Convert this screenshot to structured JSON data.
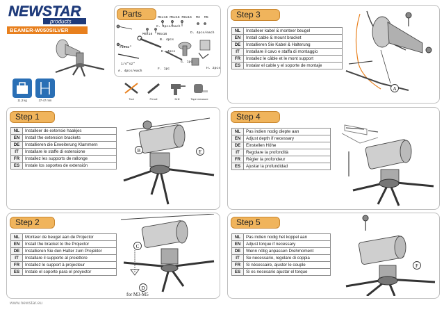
{
  "brand": {
    "logo_text": "NEWSTAR",
    "logo_sub": "products",
    "model": "BEAMER-W050SILVER"
  },
  "specs": {
    "weight": "11,3 kg",
    "range": "37-47 mm"
  },
  "tools": [
    {
      "icon": "tool-icon",
      "label": "Tool"
    },
    {
      "icon": "pencil-icon",
      "label": "Pencil"
    },
    {
      "icon": "drill-icon",
      "label": "Drill"
    },
    {
      "icon": "tape-measure-icon",
      "label": "Tape measure"
    }
  ],
  "parts": {
    "title": "Parts",
    "labels": {
      "c": "C. 4pcs/each",
      "m4": "M4x16 M5x16 M8x16",
      "m3": "M3",
      "m5": "M5",
      "m6": "M6x16",
      "m8": "M8x16",
      "d": "D. 4pcs/each",
      "b": "B. 4pcs",
      "e": "E. 4pcs",
      "h": "H. 2pcs",
      "g": "G. 1pc",
      "f": "F. 1pc",
      "a": "A. 4pcs/each",
      "size1": "1/4\"x2\"",
      "size2": "#14x2\""
    }
  },
  "steps": [
    {
      "title": "Step 1",
      "rows": [
        {
          "code": "NL",
          "text": "Installeer de extensie haakjes"
        },
        {
          "code": "EN",
          "text": "Install the extension brackets"
        },
        {
          "code": "DE",
          "text": "Installieren die Erweiterung Klammern"
        },
        {
          "code": "IT",
          "text": "Installare le staffe di estensione"
        },
        {
          "code": "FR",
          "text": "Installez les supports de rallonge"
        },
        {
          "code": "ES",
          "text": "Instale los soportes de extensión"
        }
      ],
      "callouts": [
        "B",
        "E"
      ]
    },
    {
      "title": "Step 2",
      "rows": [
        {
          "code": "NL",
          "text": "Monteer de beugel aan de Projector"
        },
        {
          "code": "EN",
          "text": "Install the bracket to the Projector"
        },
        {
          "code": "DE",
          "text": "Installieren Sie den Halter zum Projektor"
        },
        {
          "code": "IT",
          "text": "Installare il supporto al proiettore"
        },
        {
          "code": "FR",
          "text": "Installez le support à projecteur"
        },
        {
          "code": "ES",
          "text": "Instale el soporte para el proyector"
        }
      ],
      "callouts": [
        "C",
        "D"
      ],
      "note": "for M3-M5"
    },
    {
      "title": "Step 3",
      "rows": [
        {
          "code": "NL",
          "text": "Installeer kabel & monteer beugel"
        },
        {
          "code": "EN",
          "text": "Install cable & mount bracket"
        },
        {
          "code": "DE",
          "text": "Installieren Sie Kabel & Halterung"
        },
        {
          "code": "IT",
          "text": "Installare il cavo e staffa di montaggio"
        },
        {
          "code": "FR",
          "text": "Installez le câble et le mont support"
        },
        {
          "code": "ES",
          "text": "Instalar el cable y el soporte de montaje"
        }
      ],
      "callouts": [
        "A"
      ]
    },
    {
      "title": "Step 4",
      "rows": [
        {
          "code": "NL",
          "text": "Pas indien nodig diepte aan"
        },
        {
          "code": "EN",
          "text": "Adjust depth if necessary"
        },
        {
          "code": "DE",
          "text": "Einstellen Höhe"
        },
        {
          "code": "IT",
          "text": "Regolare la profondità"
        },
        {
          "code": "FR",
          "text": "Régler la profondeur"
        },
        {
          "code": "ES",
          "text": "Ajustar la profundidad"
        }
      ]
    },
    {
      "title": "Step 5",
      "rows": [
        {
          "code": "NL",
          "text": "Pas indien nodig het koppel aan"
        },
        {
          "code": "EN",
          "text": "Adjust torque if necessary"
        },
        {
          "code": "DE",
          "text": "Wenn nötig anpassen Drehmoment"
        },
        {
          "code": "IT",
          "text": "Se necessario, regolare di coppia"
        },
        {
          "code": "FR",
          "text": "Si nécessaire, ajuster le couple"
        },
        {
          "code": "ES",
          "text": "Si es necesario ajustar el torque"
        }
      ],
      "callouts": [
        "F"
      ]
    }
  ],
  "footer": {
    "url": "www.newstar.eu"
  },
  "colors": {
    "accent": "#e8801e",
    "step_fill": "#f0b45c",
    "spec_blue": "#2a6fb5"
  }
}
